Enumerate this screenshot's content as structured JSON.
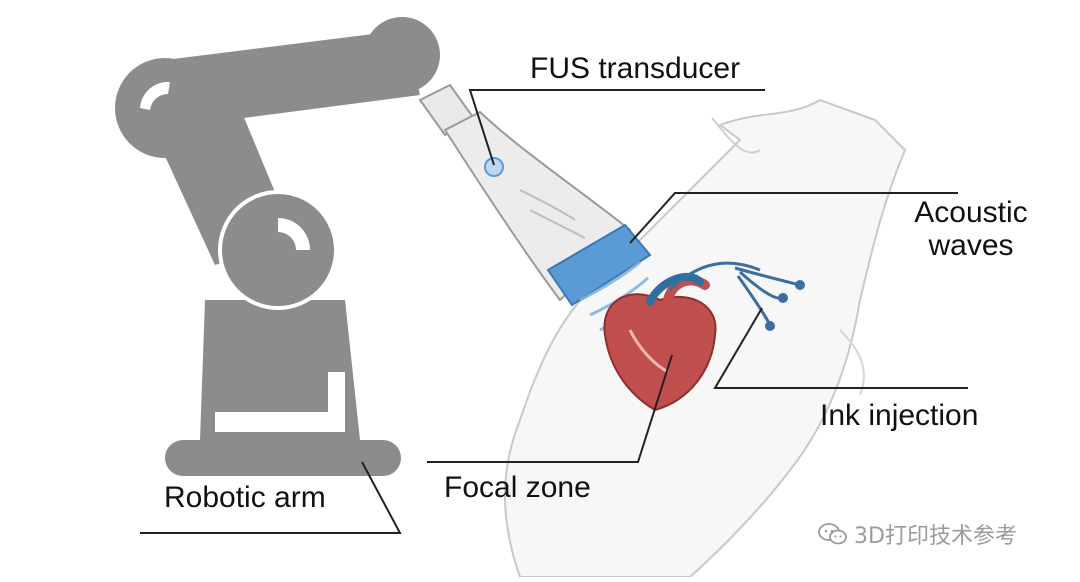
{
  "labels": {
    "fus_transducer": "FUS transducer",
    "acoustic_line1": "Acoustic",
    "acoustic_line2": "waves",
    "ink_injection": "Ink injection",
    "focal_zone": "Focal zone",
    "robotic_arm": "Robotic arm"
  },
  "watermark": {
    "text": "3D打印技术参考",
    "icon": "wechat-icon"
  },
  "colors": {
    "robot": "#8c8c8c",
    "robot_highlight": "#ffffff",
    "body_outline": "#c9c9c9",
    "body_fill": "#f5f5f5",
    "transducer": "#e6e6e6",
    "transducer_band": "#5b9bd5",
    "heart": "#c0504d",
    "vessel": "#2f6f9f",
    "leader_line": "#222222"
  }
}
